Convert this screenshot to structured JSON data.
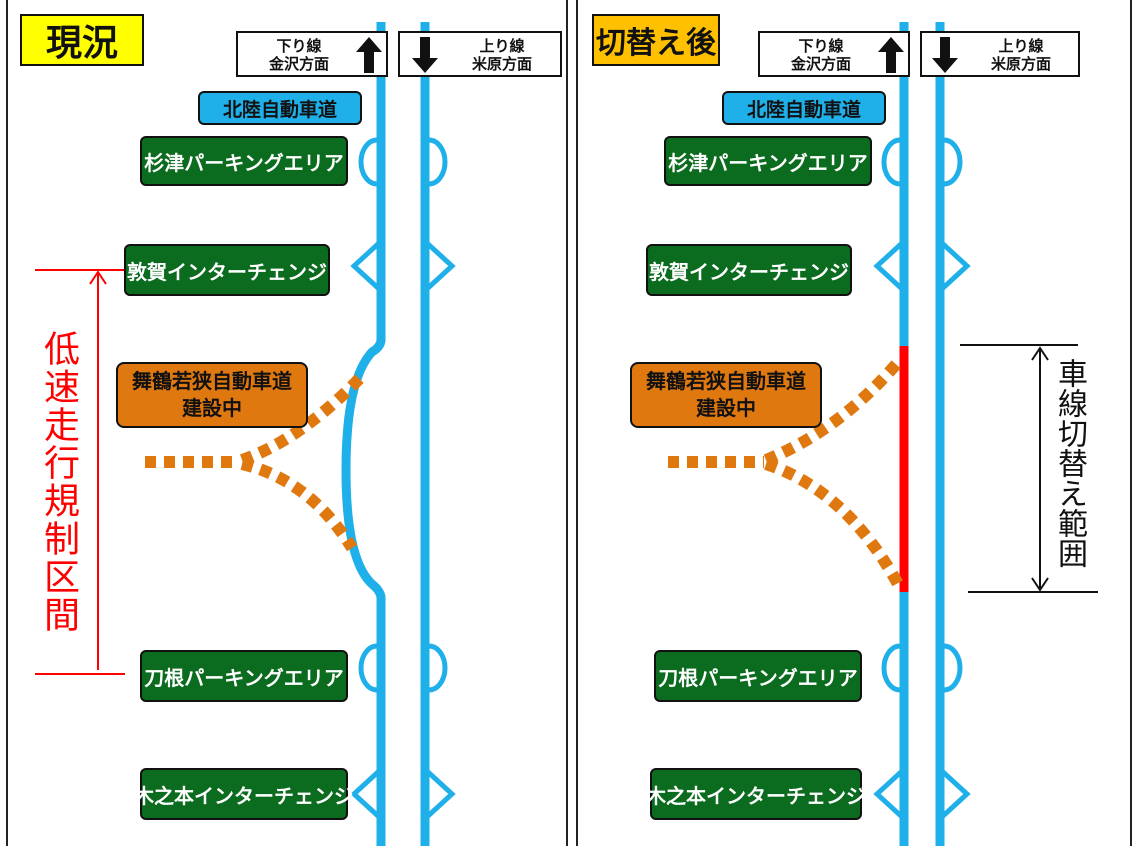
{
  "left": {
    "title": "現況",
    "title_color": "#ffff00",
    "down_line": {
      "line1": "下り線",
      "line2": "金沢方面"
    },
    "up_line": {
      "line1": "上り線",
      "line2": "米原方面"
    },
    "expressway": "北陸自動車道",
    "labels": {
      "sugitsu_pa": "杉津パーキングエリア",
      "tsuruga_ic": "敦賀インターチェンジ",
      "maizuru": "舞鶴若狭自動車道",
      "construction": "建設中",
      "tone_pa": "刀根パーキングエリア",
      "kinomoto_ic": "木之本インターチェンジ"
    },
    "restriction": "低速走行規制区間"
  },
  "right": {
    "title": "切替え後",
    "title_color": "#ffc000",
    "down_line": {
      "line1": "下り線",
      "line2": "金沢方面"
    },
    "up_line": {
      "line1": "上り線",
      "line2": "米原方面"
    },
    "expressway": "北陸自動車道",
    "labels": {
      "sugitsu_pa": "杉津パーキングエリア",
      "tsuruga_ic": "敦賀インターチェンジ",
      "maizuru": "舞鶴若狭自動車道",
      "construction": "建設中",
      "tone_pa": "刀根パーキングエリア",
      "kinomoto_ic": "木之本インターチェンジ"
    },
    "switch_range": "車線切替え範囲"
  },
  "colors": {
    "road": "#1fb0ea",
    "switch_segment": "#ff0000",
    "construction_road": "#e07810",
    "pa_ic_label": "#0b6b1e",
    "restriction": "#ff0000"
  }
}
